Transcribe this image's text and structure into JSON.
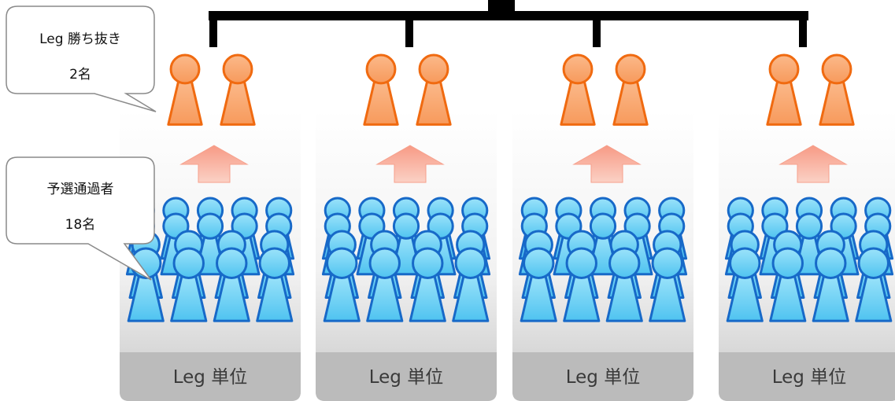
{
  "diagram": {
    "panels": [
      {
        "label": "Leg 単位"
      },
      {
        "label": "Leg 単位"
      },
      {
        "label": "Leg 単位"
      },
      {
        "label": "Leg 単位"
      }
    ],
    "callouts": {
      "winners": {
        "line1": "Leg 勝ち抜き",
        "line2": "2名"
      },
      "qualifiers": {
        "line1": "予選通過者",
        "line2": "18名"
      }
    },
    "counts": {
      "winners_per_leg": 2,
      "qualifiers_per_leg": 18
    },
    "colors": {
      "winner_fill": "#F9A167",
      "winner_stroke": "#F06A10",
      "qualifier_fill": "#6CD2F5",
      "qualifier_stroke": "#1769C8",
      "arrow_fill": "#F8A592",
      "bracket": "#000000",
      "panel_footer": "#BBBBBB"
    }
  }
}
